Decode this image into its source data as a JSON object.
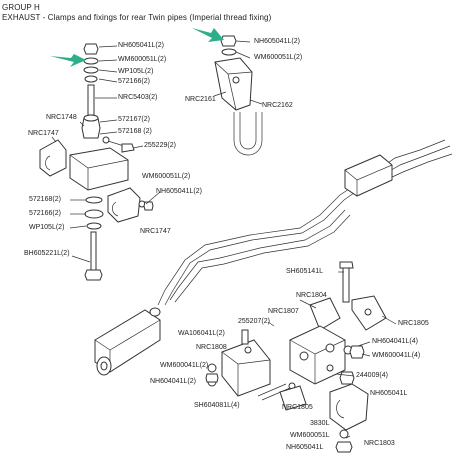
{
  "header": {
    "group": "GROUP H",
    "title": "EXHAUST - Clamps and fixings for rear Twin pipes (Imperial thread fixing)"
  },
  "labels": {
    "l1": "NH605041L(2)",
    "l2": "WM600051L(2)",
    "l3": "WP105L(2)",
    "l4": "572166(2)",
    "l5": "NRC5403(2)",
    "l6": "NRC1748",
    "l7": "NRC1747",
    "l8": "572167(2)",
    "l9": "572168 (2)",
    "l10": "255229(2)",
    "l11": "WM600051L(2)",
    "l12": "NH605041L(2)",
    "l13": "572168(2)",
    "l14": "572166(2)",
    "l15": "WP105L(2)",
    "l16": "NRC1747",
    "l17": "BH605221L(2)",
    "r1": "NH605041L(2)",
    "r2": "WM600051L(2)",
    "r3": "NRC2161",
    "r4": "NRC2162",
    "b1": "SH605141L",
    "b2": "NRC1804",
    "b3": "NRC1805",
    "b4": "255207(2)",
    "b5": "NRC1807",
    "b6": "WA106041L(2)",
    "b7": "NH604041L(4)",
    "b8": "WM600041L(4)",
    "b9": "NRC1808",
    "b10": "WM600041L(2)",
    "b11": "NH604041L(2)",
    "b12": "244009(4)",
    "b13": "SH604081L(4)",
    "b14": "NRC1805",
    "b15": "NH605041L",
    "b16": "3830L",
    "b17": "WM600051L",
    "b18": "NH605041L",
    "b19": "NRC1803"
  },
  "colors": {
    "arrow": "#2fae8c",
    "ink": "#333333"
  }
}
